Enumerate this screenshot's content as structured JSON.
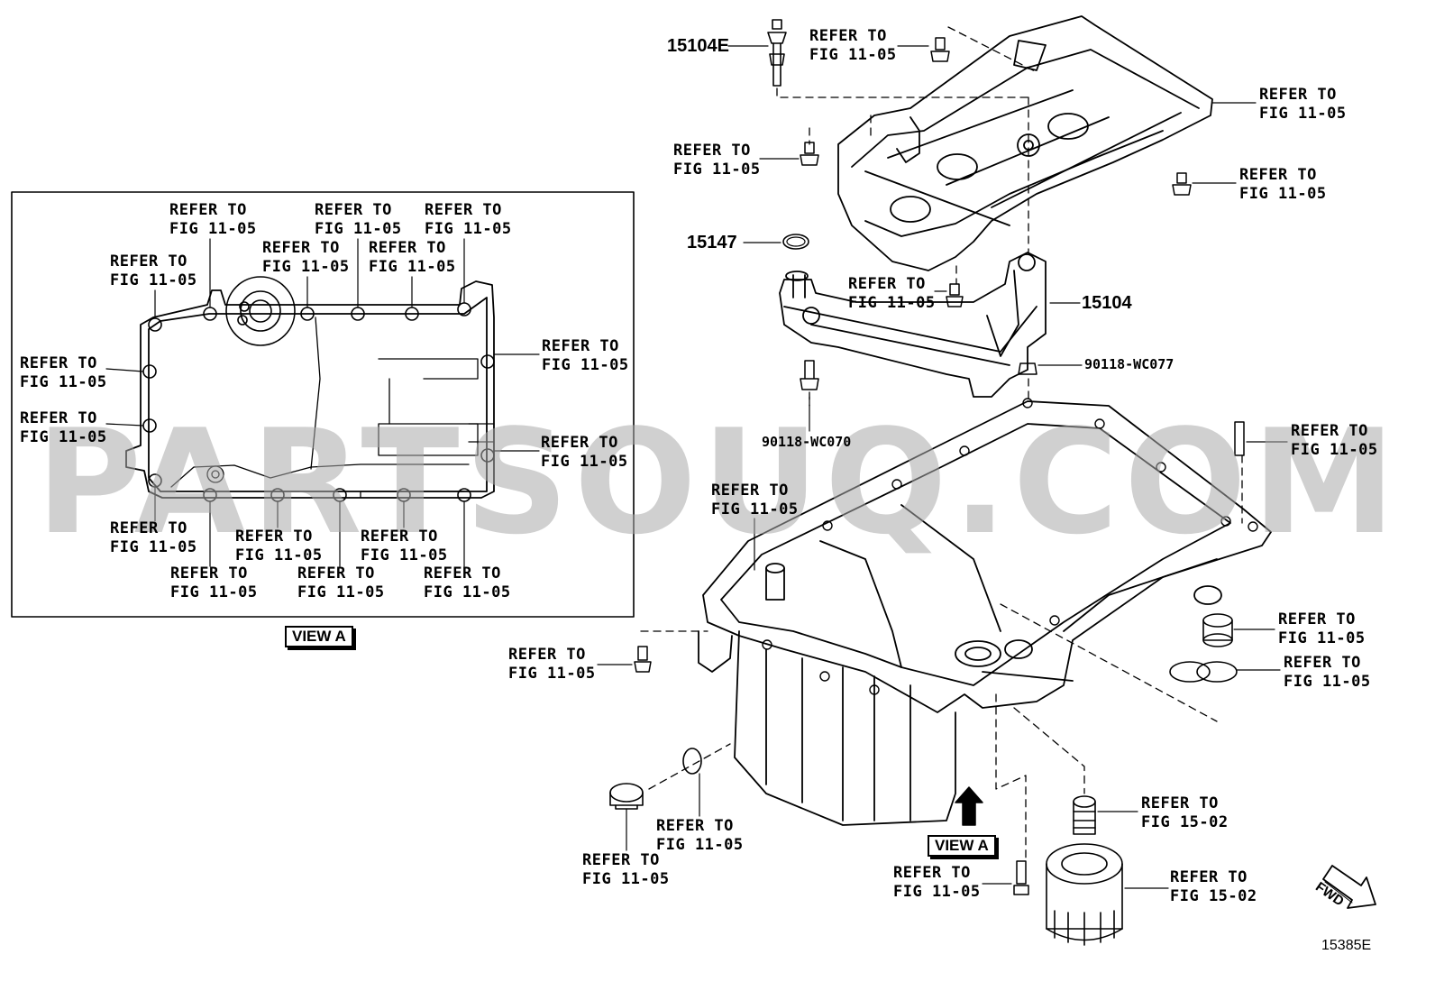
{
  "refer_text": "REFER TO",
  "fig_1105": "FIG 11-05",
  "fig_1502": "FIG 15-02",
  "parts": {
    "p15104E": "15104E",
    "p15147": "15147",
    "p15104": "15104",
    "p90118_WC077": "90118-WC077",
    "p90118_WC070": "90118-WC070"
  },
  "view_a_label": "VIEW A",
  "fwd_label": "FWD",
  "watermark": "PARTSOUQ.COM",
  "diagram_code": "15385E",
  "colors": {
    "line": "#000000",
    "watermark": "#aaaaaa",
    "background": "#ffffff"
  }
}
